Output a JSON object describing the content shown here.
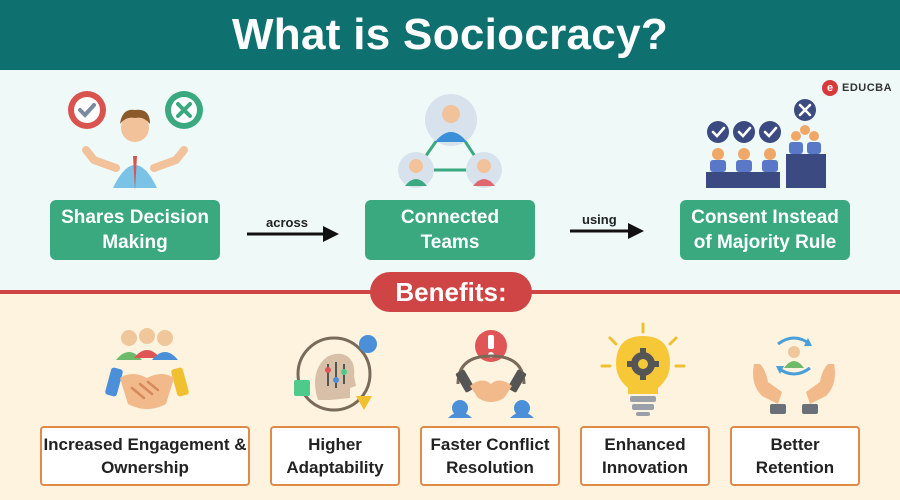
{
  "header": {
    "title": "What is Sociocracy?"
  },
  "brand": {
    "mark": "e",
    "name": "EDUCBA"
  },
  "flow": {
    "steps": [
      {
        "label": "Shares Decision Making"
      },
      {
        "label": "Connected Teams"
      },
      {
        "label": "Consent Instead of Majority Rule"
      }
    ],
    "connectors": [
      "across",
      "using"
    ]
  },
  "benefits": {
    "title": "Benefits:",
    "items": [
      {
        "label": "Increased Engagement & Ownership",
        "icon": "team-handshake-icon"
      },
      {
        "label": "Higher Adaptability",
        "icon": "head-adjustment-icon"
      },
      {
        "label": "Faster Conflict Resolution",
        "icon": "conflict-handshake-icon"
      },
      {
        "label": "Enhanced Innovation",
        "icon": "lightbulb-gear-icon"
      },
      {
        "label": "Better Retention",
        "icon": "hands-person-cycle-icon"
      }
    ]
  },
  "colors": {
    "header": "#0f7070",
    "step_box": "#3aa980",
    "accent_red": "#cf4444",
    "benefit_border": "#e08a4a",
    "top_bg": "#eef9f8",
    "bottom_bg": "#fdf3df"
  }
}
